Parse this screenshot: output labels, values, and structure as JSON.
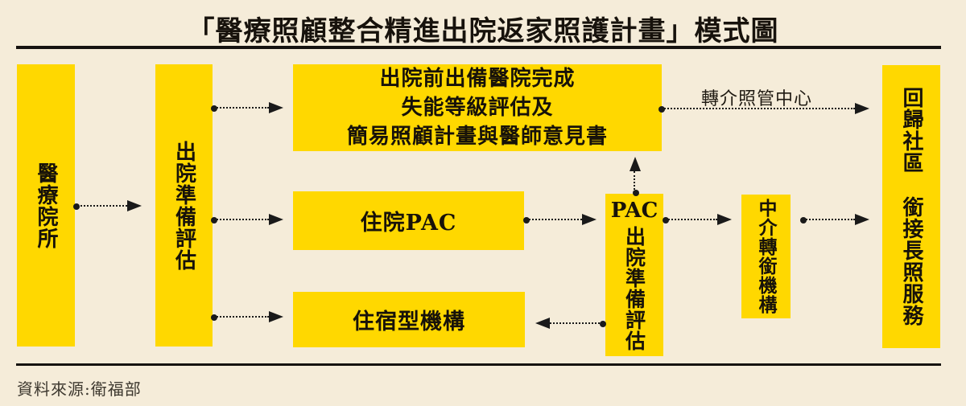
{
  "title": "「醫療照顧整合精進出院返家照護計畫」模式圖",
  "source": "資料來源:衛福部",
  "colors": {
    "background": "#f5ecd9",
    "box_yellow": "#ffd800",
    "ink": "#1a1a1a"
  },
  "boxes": {
    "medical_institution": "醫療院所",
    "discharge_prep_assessment": "出院準備評估",
    "pre_discharge": {
      "line1": "出院前出備醫院完成",
      "line2": "失能等級評估及",
      "line3": "簡易照顧計畫與醫師意見書"
    },
    "inpatient_pac": "住院PAC",
    "residential_facility": "住宿型機構",
    "pac_discharge_prep": {
      "line1": "PAC",
      "line2": "出院準備評估"
    },
    "intermediary_transition": "中介轉銜機構",
    "return_community": {
      "line1": "回歸社區",
      "line2": "銜接長照服務"
    }
  },
  "labels": {
    "referral_center": "轉介照管中心"
  }
}
